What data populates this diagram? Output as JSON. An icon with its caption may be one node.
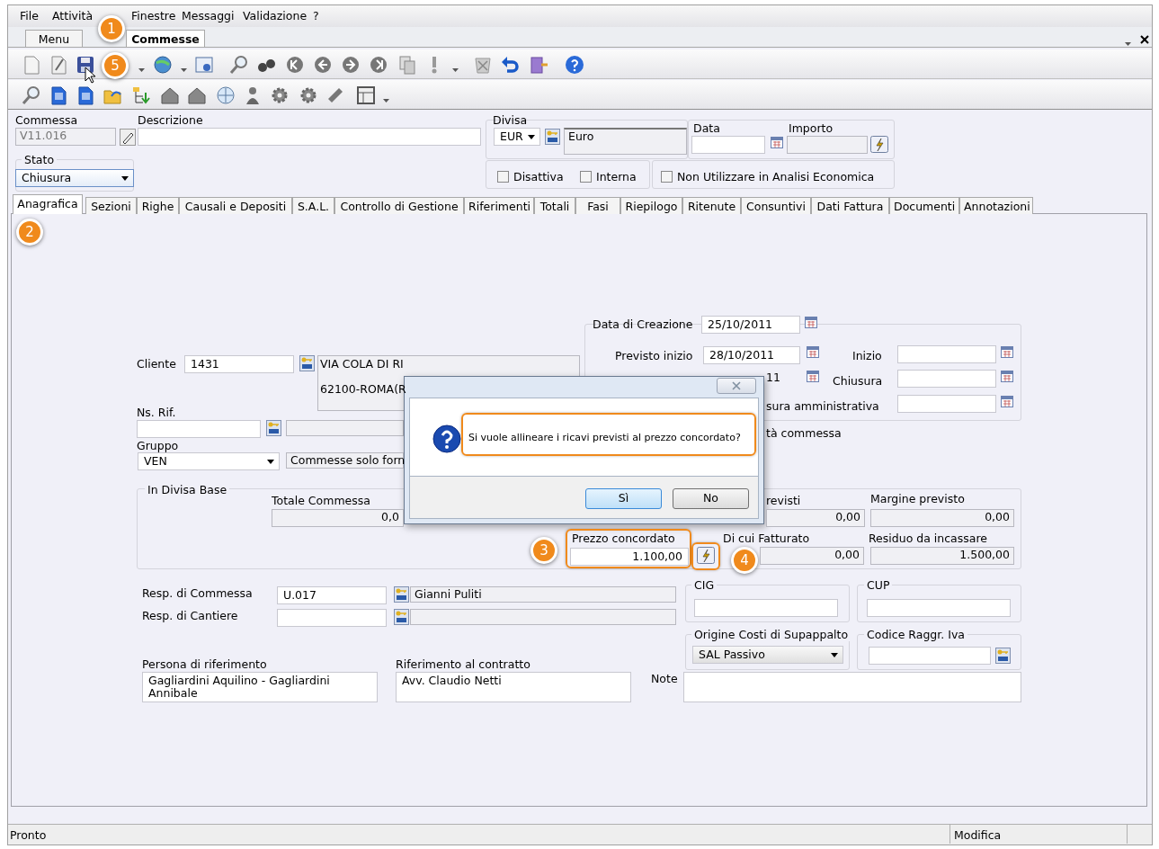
{
  "diagram": {
    "labels": [
      "File",
      "Attività",
      "Finestre",
      "Messaggi",
      "Validazione",
      "?",
      "Menu",
      "Commesse",
      "1",
      "5",
      "Commessa",
      "Descrizione",
      "Divisa",
      "Data",
      "Importo",
      "V11.016",
      "EUR",
      "Euro",
      "Stato",
      "Chiusura",
      "Disattiva",
      "Interna",
      "Non Utilizzare in Analisi Economica",
      "Anagrafica",
      "Sezioni",
      "Righe",
      "Causali e Depositi",
      "S.A.L.",
      "Controllo di Gestione",
      "Riferimenti",
      "Totali",
      "Fasi",
      "Riepilogo",
      "Ritenute",
      "Consuntivi",
      "Dati Fattura",
      "Documenti",
      "Annotazioni",
      "2",
      "Data di Creazione",
      "25/10/2011",
      "Cliente",
      "1431",
      "VIA COLA DI RI",
      "62100-ROMA(R",
      "Previsto inizio",
      "28/10/2011",
      "Inizio",
      "Chiusura",
      "sura amministrativa",
      "Ns. Rif.",
      "tà commessa",
      "Gruppo",
      "VEN",
      "Commesse solo forn",
      "Si vuole allineare i ricavi previsti al prezzo concordato?",
      "Sì",
      "No",
      "In Divisa Base",
      "Totale Commessa",
      "revisti",
      "Margine previsto",
      "0,0",
      "0,00",
      "0,00",
      "Prezzo concordato",
      "Di cui Fatturato",
      "Residuo da incassare",
      "3",
      "1.100,00",
      "4",
      "0,00",
      "1.500,00",
      "Resp. di Commessa",
      "U.017",
      "Gianni Puliti",
      "CIG",
      "CUP",
      "Resp. di Cantiere",
      "Origine Costi di Supappalto",
      "Codice Raggr. Iva",
      "SAL Passivo",
      "Persona di riferimento",
      "Riferimento al contratto",
      "Note",
      "Gagliardini Aquilino - Gagliardini Annibale",
      "Avv. Claudio Netti",
      "Pronto",
      "Modifica",
      "11"
    ]
  }
}
